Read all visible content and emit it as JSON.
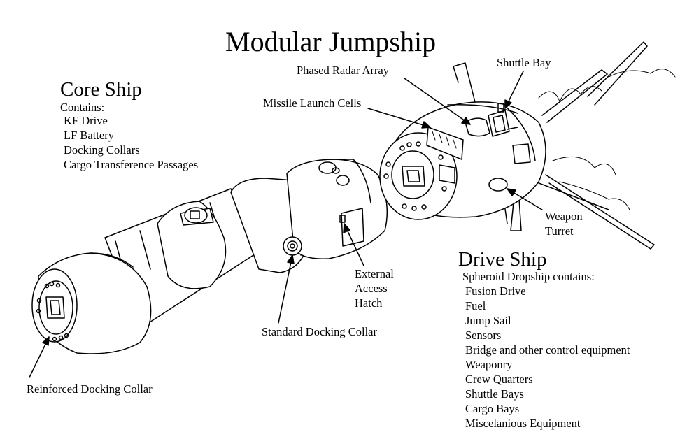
{
  "title": "Modular Jumpship",
  "core_ship": {
    "heading": "Core Ship",
    "sub": "Contains:",
    "items": [
      "KF Drive",
      "LF Battery",
      "Docking Collars",
      "Cargo Transference Passages"
    ]
  },
  "drive_ship": {
    "heading": "Drive Ship",
    "sub": "Spheroid Dropship contains:",
    "items": [
      "Fusion Drive",
      "Fuel",
      "Jump Sail",
      "Sensors",
      "Bridge and other control equipment",
      "Weaponry",
      "Crew Quarters",
      "Shuttle Bays",
      "Cargo Bays",
      "Miscelanious Equipment"
    ]
  },
  "callouts": {
    "phased_radar": "Phased Radar Array",
    "shuttle_bay": "Shuttle Bay",
    "missile_cells": "Missile Launch Cells",
    "weapon_turret": [
      "Weapon",
      "Turret"
    ],
    "external_hatch": [
      "External",
      "Access",
      "Hatch"
    ],
    "standard_collar": "Standard Docking Collar",
    "reinforced_collar": "Reinforced Docking Collar"
  },
  "colors": {
    "ink": "#000000",
    "paper": "#ffffff"
  }
}
